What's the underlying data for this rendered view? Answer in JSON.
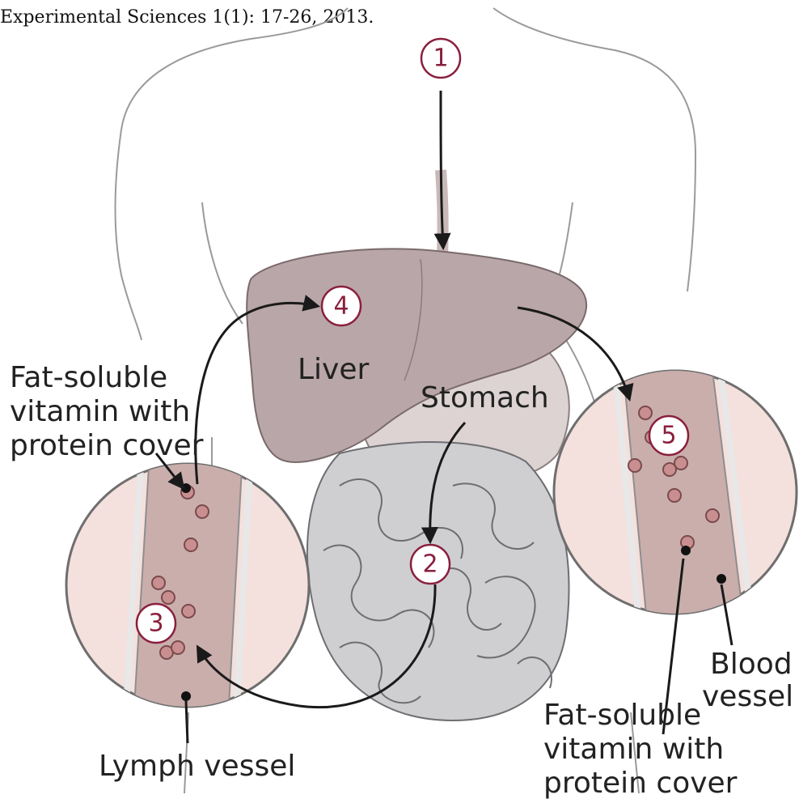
{
  "caption": "Experimental Sciences 1(1): 17-26, 2013.",
  "labels": {
    "liver": "Liver",
    "stomach": "Stomach",
    "fat_vitamin_left": [
      "Fat-soluble",
      "vitamin with",
      "protein cover"
    ],
    "fat_vitamin_right": [
      "Fat-soluble",
      "vitamin with",
      "protein cover"
    ],
    "lymph_vessel": "Lymph vessel",
    "blood_vessel": [
      "Blood",
      "vessel"
    ]
  },
  "steps": [
    "1",
    "2",
    "3",
    "4",
    "5"
  ],
  "colors": {
    "organ": "#b9a6a8",
    "vessel": "#c9aeac",
    "inset": "#f4e0dc",
    "step_text": "#8a1f3d",
    "particle": "#a06a6d"
  }
}
